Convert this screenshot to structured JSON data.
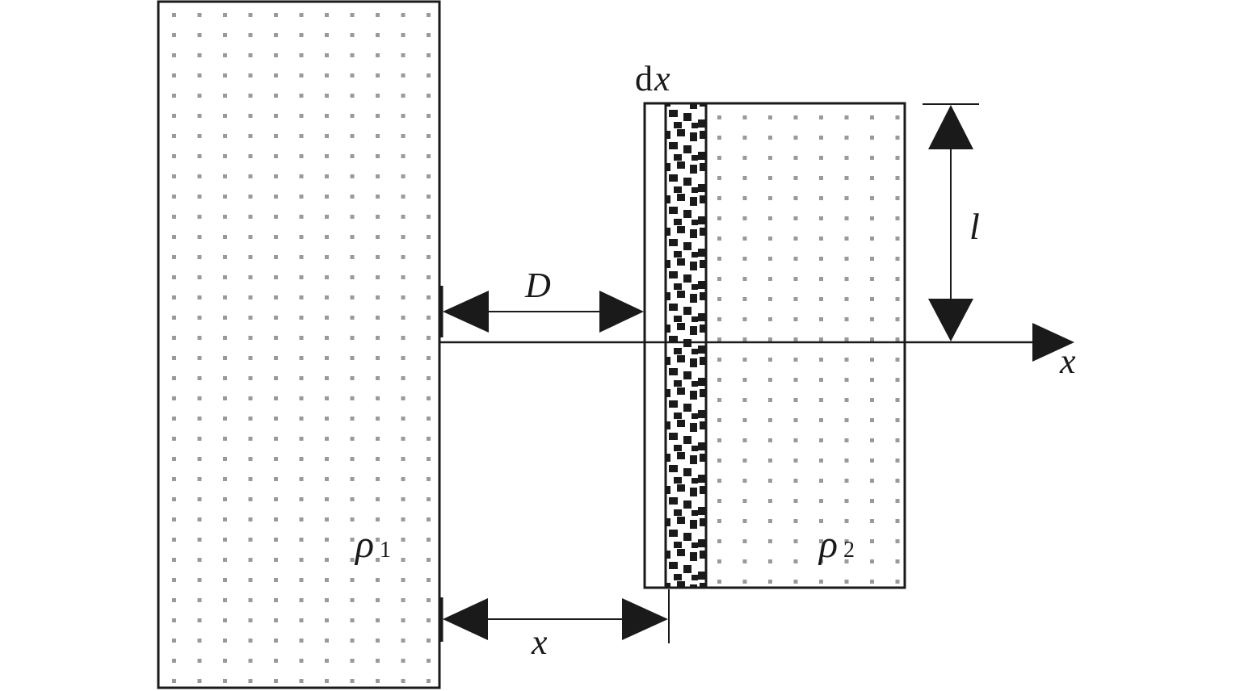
{
  "labels": {
    "D": "D",
    "x_distance": "x",
    "x_axis": "x",
    "l": "l",
    "dx_d": "d",
    "dx_x": "x",
    "rho1": "ρ",
    "rho1_sub": "1",
    "rho2": "ρ",
    "rho2_sub": "2"
  },
  "colors": {
    "line": "#1a1a1a",
    "dot": "#9a9a9a",
    "strip": "#1a1a1a"
  }
}
